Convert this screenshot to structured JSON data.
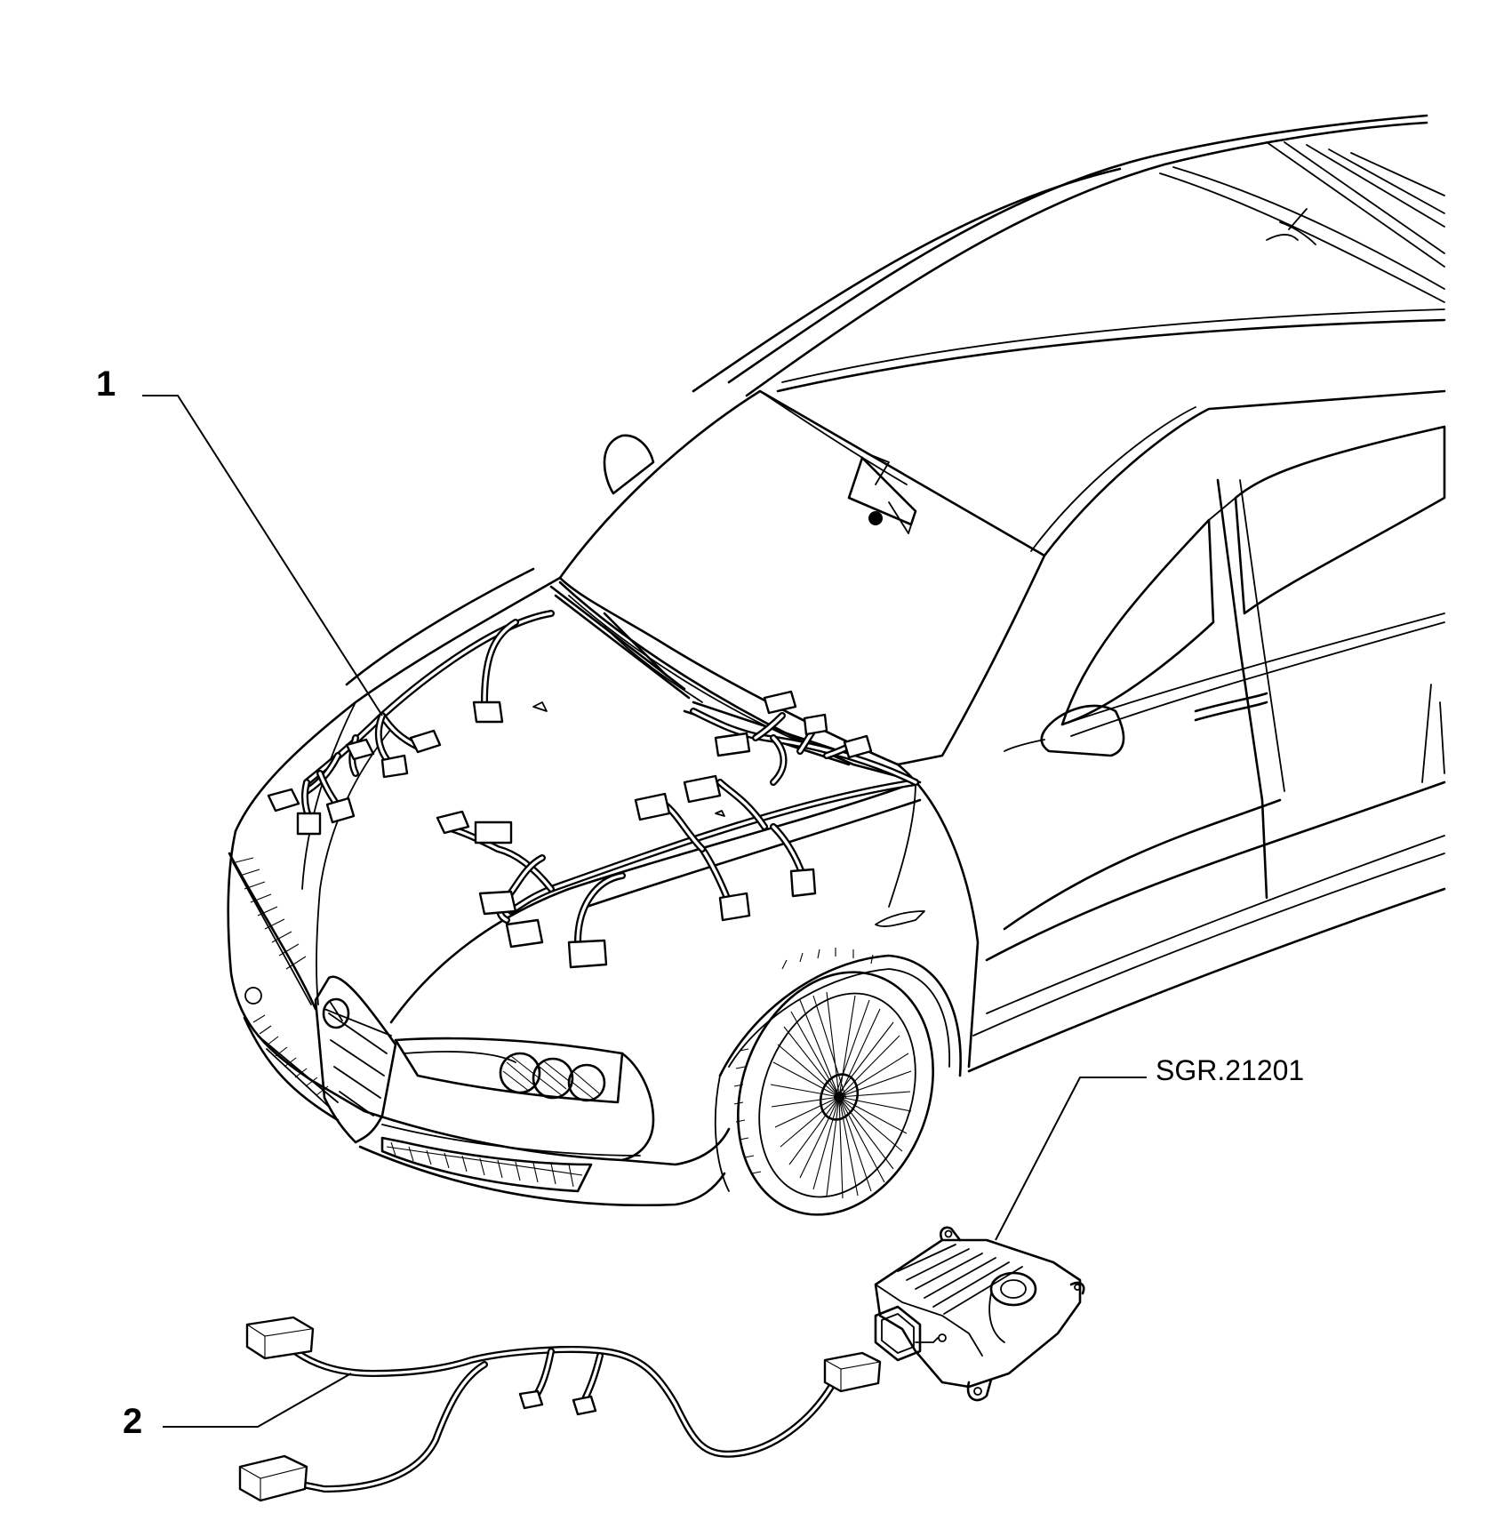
{
  "diagram": {
    "reference_code": "SGR.21201",
    "callouts": [
      {
        "number": "1"
      },
      {
        "number": "2"
      }
    ]
  }
}
